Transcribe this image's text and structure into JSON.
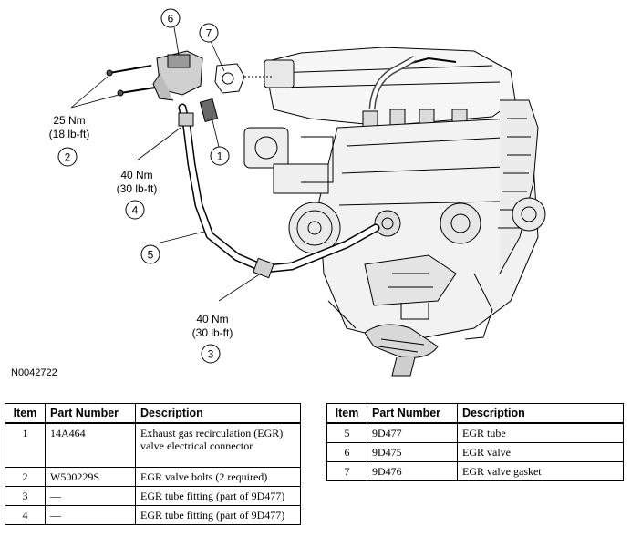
{
  "figure": {
    "id": "N0042722",
    "callouts": {
      "c1": "1",
      "c2": "2",
      "c3": "3",
      "c4": "4",
      "c5": "5",
      "c6": "6",
      "c7": "7"
    },
    "torques": {
      "t2_nm": "25 Nm",
      "t2_lbft": "(18 lb-ft)",
      "t4_nm": "40 Nm",
      "t4_lbft": "(30 lb-ft)",
      "t3_nm": "40 Nm",
      "t3_lbft": "(30 lb-ft)"
    }
  },
  "table_headers": {
    "item": "Item",
    "part": "Part Number",
    "desc": "Description"
  },
  "table_left": [
    {
      "item": "1",
      "part": "14A464",
      "desc": "Exhaust gas recirculation (EGR) valve electrical connector"
    },
    {
      "item": "2",
      "part": "W500229S",
      "desc": "EGR valve bolts (2 required)"
    },
    {
      "item": "3",
      "part": "—",
      "desc": "EGR tube fitting (part of 9D477)"
    },
    {
      "item": "4",
      "part": "—",
      "desc": "EGR tube fitting (part of 9D477)"
    }
  ],
  "table_right": [
    {
      "item": "5",
      "part": "9D477",
      "desc": "EGR tube"
    },
    {
      "item": "6",
      "part": "9D475",
      "desc": "EGR valve"
    },
    {
      "item": "7",
      "part": "9D476",
      "desc": "EGR valve gasket"
    }
  ]
}
